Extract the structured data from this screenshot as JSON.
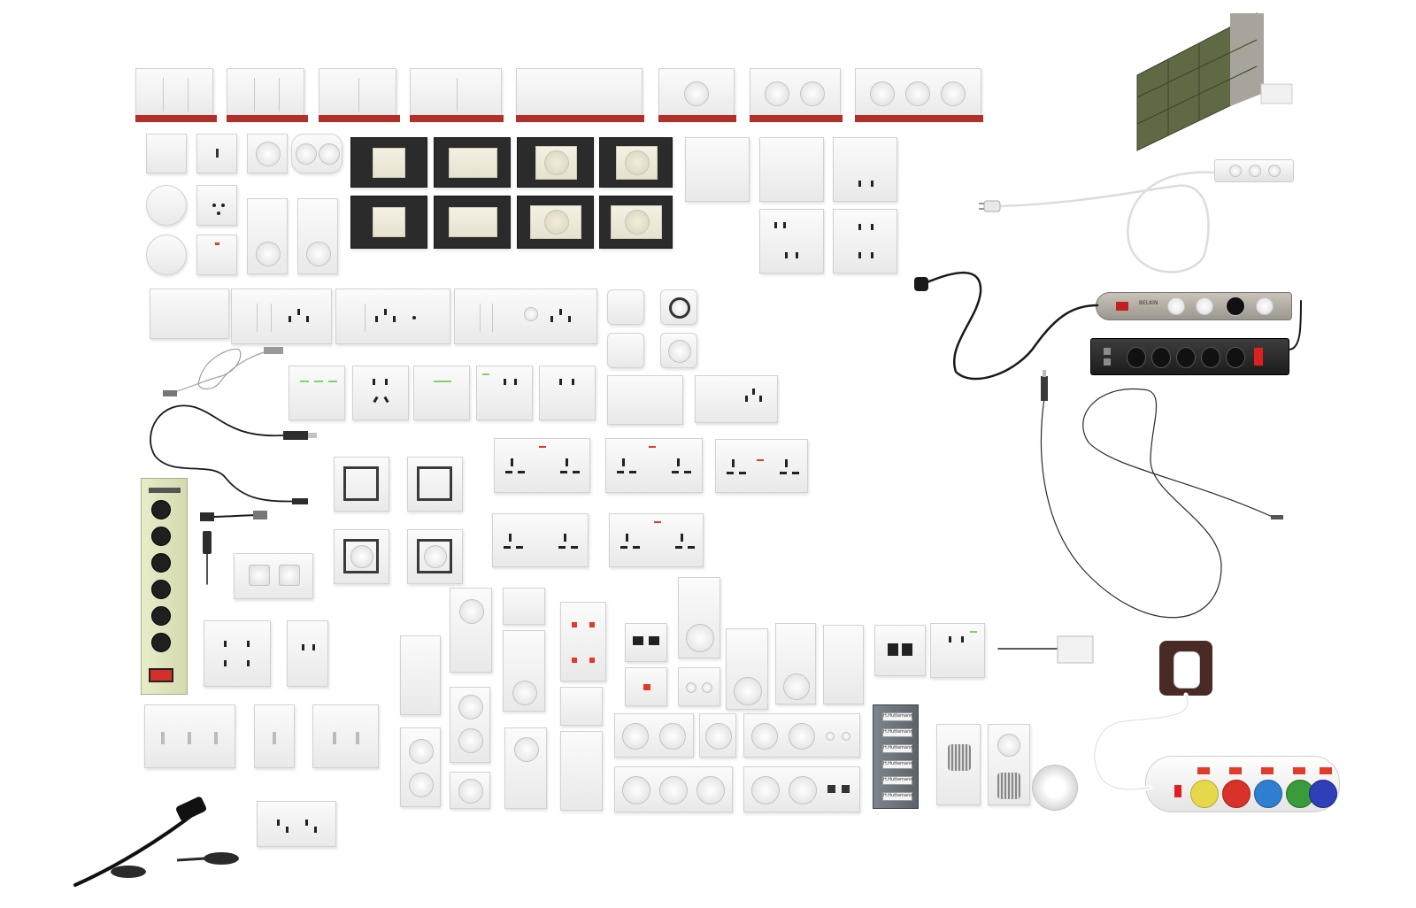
{
  "scene": {
    "background": "#ffffff",
    "accent_colors": {
      "plate_white": "#f2f2f2",
      "frame_dark": "#2b2b2b",
      "insert_cream": "#ece8d5",
      "base_red": "#b2302a",
      "indicator_red": "#e23b2a",
      "led_green": "#7ed36a",
      "tile_green": "#5f6a45",
      "strip_socket_colors": [
        "#e6d84a",
        "#d8322a",
        "#2e7fd0",
        "#3a9b3a",
        "#2f3fb8"
      ]
    }
  },
  "labels": {
    "strip_brand": "BELKIN",
    "name_tags": [
      "H.Huttemann",
      "H.Huttemann",
      "H.Huttemann",
      "H.Huttemann",
      "H.Huttemann",
      "H.Huttemann"
    ]
  },
  "icons": [
    "power-plug-icon",
    "usb-plug-icon",
    "cable-icon",
    "wall-socket-icon",
    "light-switch-icon",
    "power-strip-icon"
  ]
}
